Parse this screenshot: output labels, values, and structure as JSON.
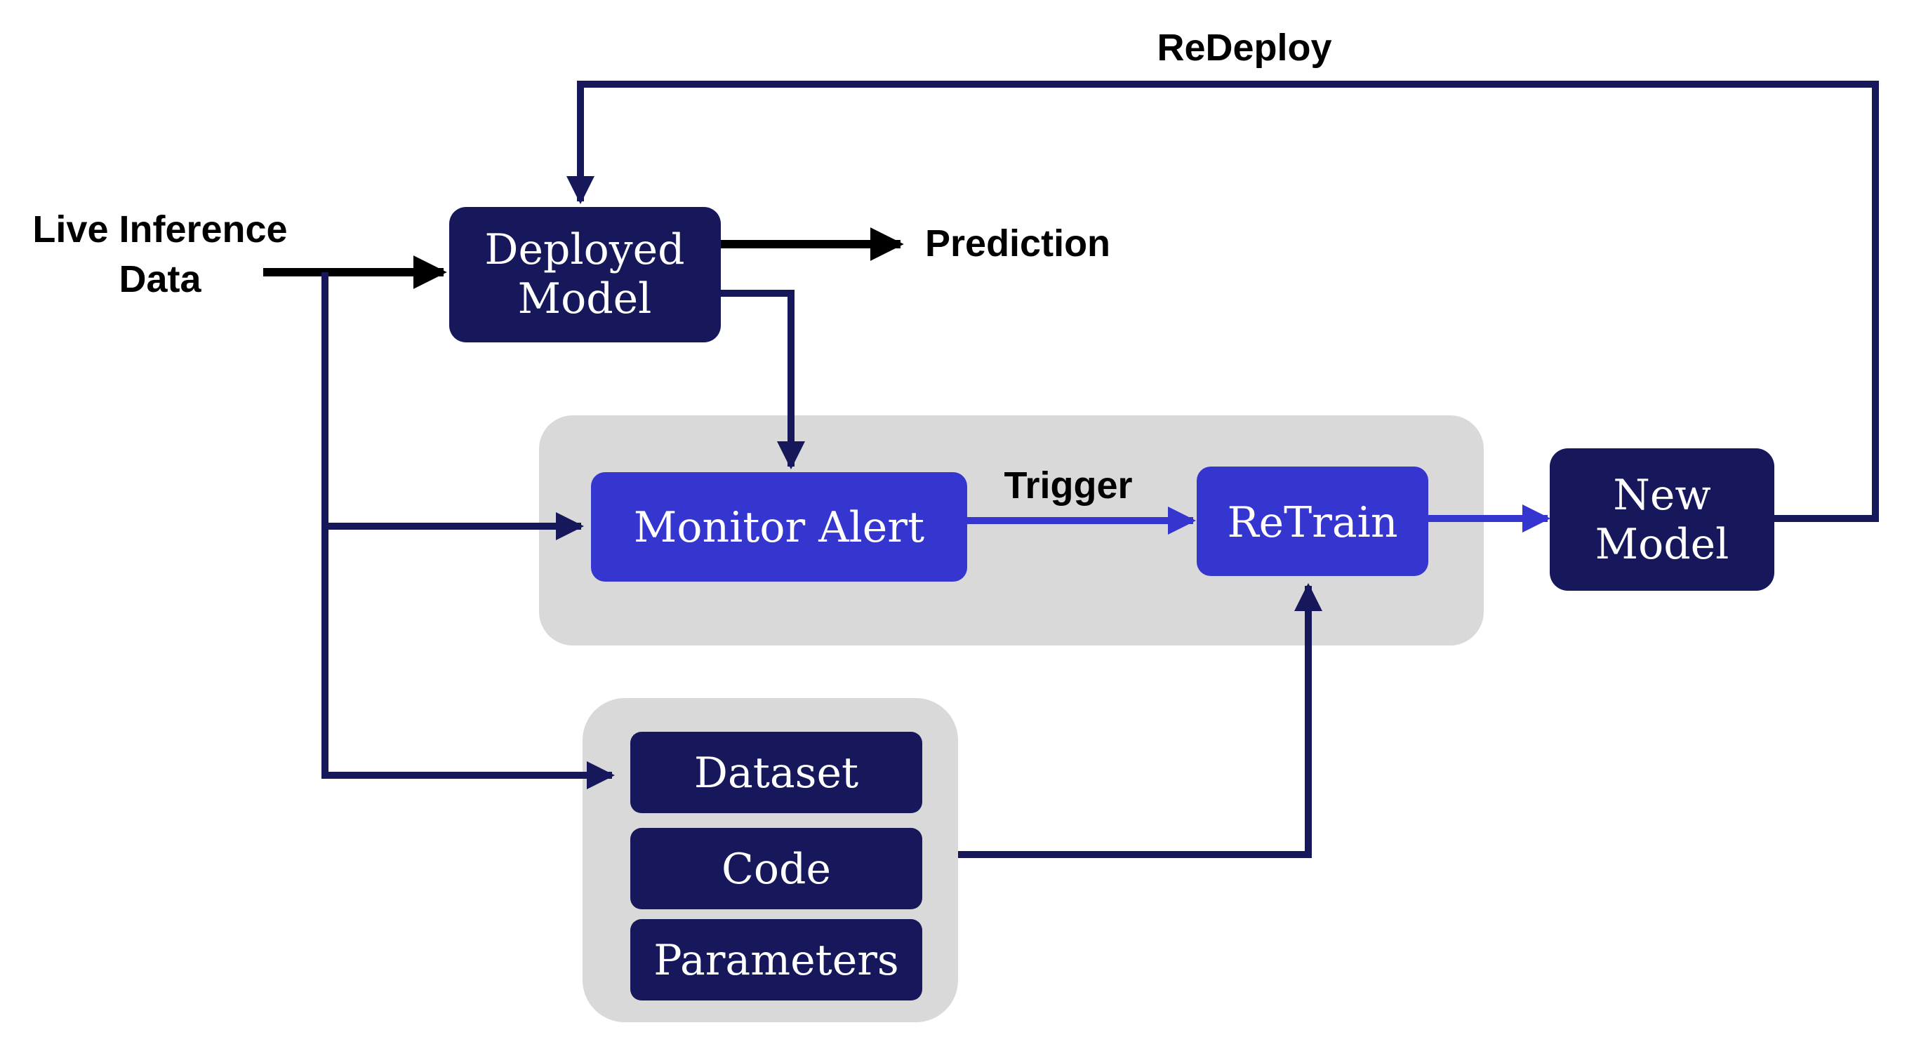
{
  "colors": {
    "navy": "#17185b",
    "blue": "#3535cf",
    "group_gray": "#d9d9d9",
    "black": "#000000",
    "white": "#ffffff"
  },
  "labels": {
    "live_inference_line1": "Live Inference",
    "live_inference_line2": "Data",
    "prediction": "Prediction",
    "trigger": "Trigger",
    "redeploy": "ReDeploy"
  },
  "nodes": {
    "deployed_model_line1": "Deployed",
    "deployed_model_line2": "Model",
    "monitor_alert": "Monitor Alert",
    "retrain": "ReTrain",
    "new_model_line1": "New",
    "new_model_line2": "Model",
    "dataset": "Dataset",
    "code": "Code",
    "parameters": "Parameters"
  }
}
